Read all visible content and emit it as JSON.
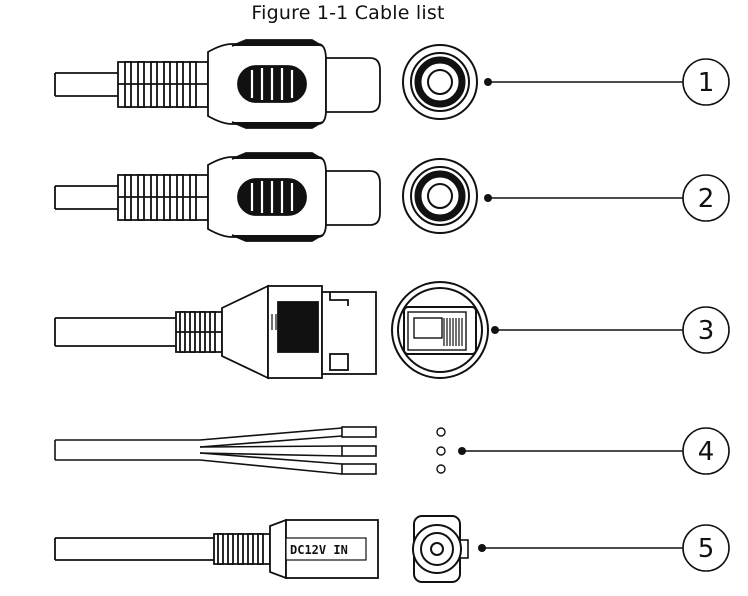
{
  "figure": {
    "title": "Figure 1-1 Cable list"
  },
  "callouts": [
    "1",
    "2",
    "3",
    "4",
    "5"
  ],
  "power_connector": {
    "label": "DC12V  IN"
  }
}
